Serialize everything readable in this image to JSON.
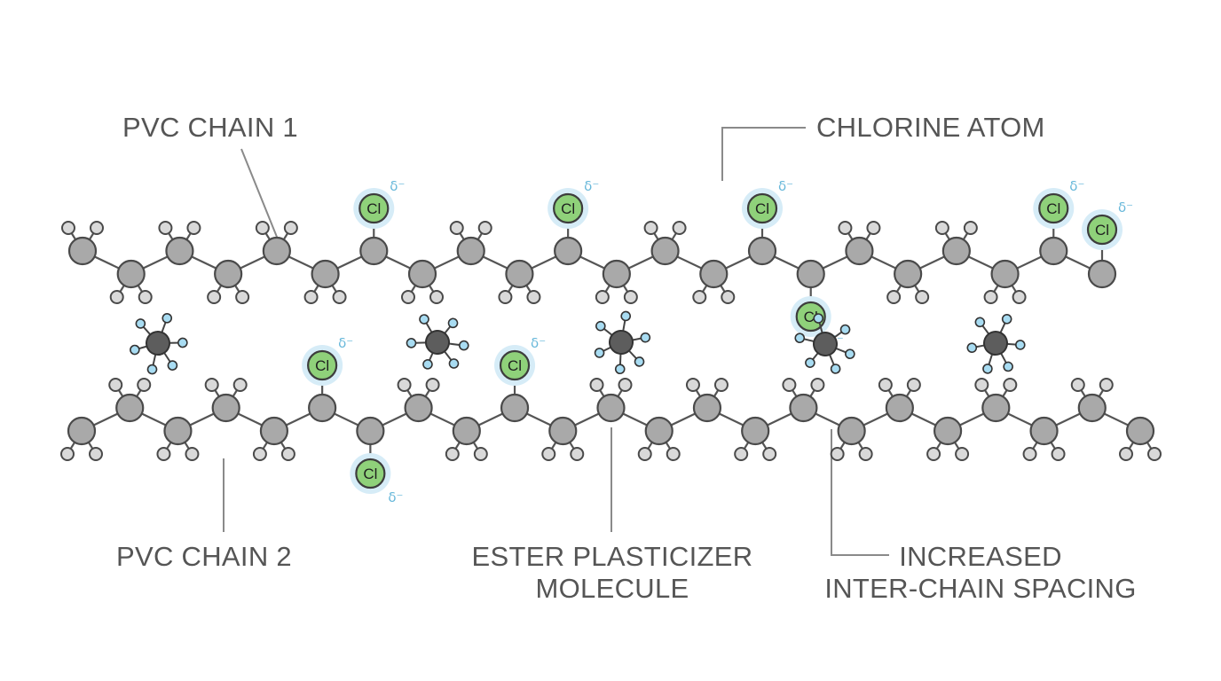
{
  "labels": {
    "pvc_chain_1": "PVC CHAIN 1",
    "chlorine_atom": "CHLORINE ATOM",
    "pvc_chain_2": "PVC CHAIN 2",
    "ester_plasticizer_line1": "ESTER PLASTICIZER",
    "ester_plasticizer_line2": "MOLECULE",
    "spacing_line1": "INCREASED",
    "spacing_line2": "INTER-CHAIN SPACING"
  },
  "atom_symbols": {
    "chlorine": "Cl",
    "partial_charge": "δ⁻"
  },
  "colors": {
    "carbon": "#a9a9a9",
    "hydrogen": "#d9d9d9",
    "chlorine": "#8fd17a",
    "chlorine_glow": "#d6ecf7",
    "partial_charge": "#68b8da",
    "plasticizer_center": "#5d5d5d",
    "plasticizer_hydrogen": "#a8dcf2",
    "label_text": "#555555"
  }
}
